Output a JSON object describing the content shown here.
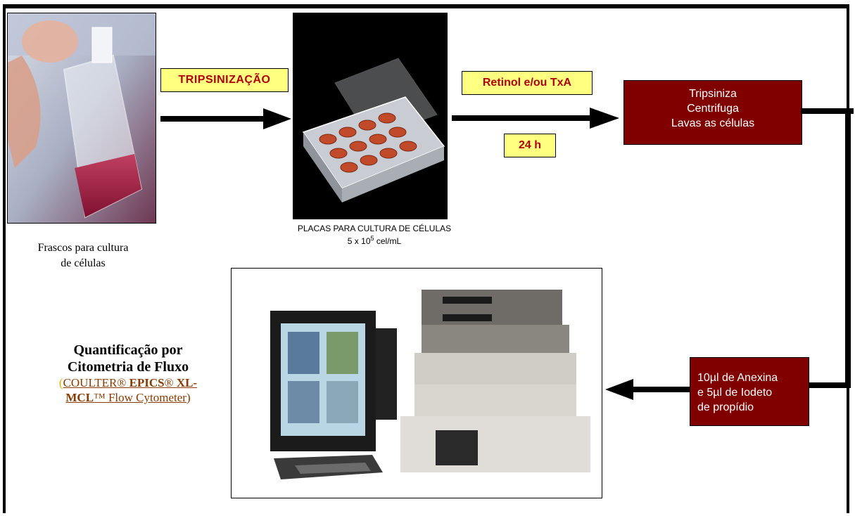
{
  "labels": {
    "tripsinizacao": "TRIPSINIZAÇÃO",
    "retinol": "Retinol e/ou TxA",
    "time": "24 h"
  },
  "boxes": {
    "process_lines": [
      "Tripsiniza",
      "Centrifuga",
      "Lavas as células"
    ],
    "stain_lines": [
      "10µl de Anexina",
      "e 5µl de Iodeto",
      "de propídio"
    ]
  },
  "captions": {
    "flasks_line1": "Frascos para cultura",
    "flasks_line2": "de células",
    "plates_line1": "PLACAS PARA CULTURA DE CÉLULAS",
    "plates_conc_prefix": "5 x 10",
    "plates_conc_exp": "5",
    "plates_conc_suffix": " cel/mL"
  },
  "quantification": {
    "title_line1": "Quantificação por",
    "title_line2": "Citometria de Fluxo",
    "open_paren": "(",
    "link_part1": "COULTER® ",
    "link_part2": "EPICS",
    "link_part3": "® ",
    "link_part4": "XL-",
    "link_part5": "MCL",
    "link_part6": "™ Flow Cytometer",
    "close_paren": ")"
  },
  "colors": {
    "label_bg": "#ffff80",
    "label_text": "#b00000",
    "process_box": "#800000",
    "link": "#8b3a00"
  }
}
